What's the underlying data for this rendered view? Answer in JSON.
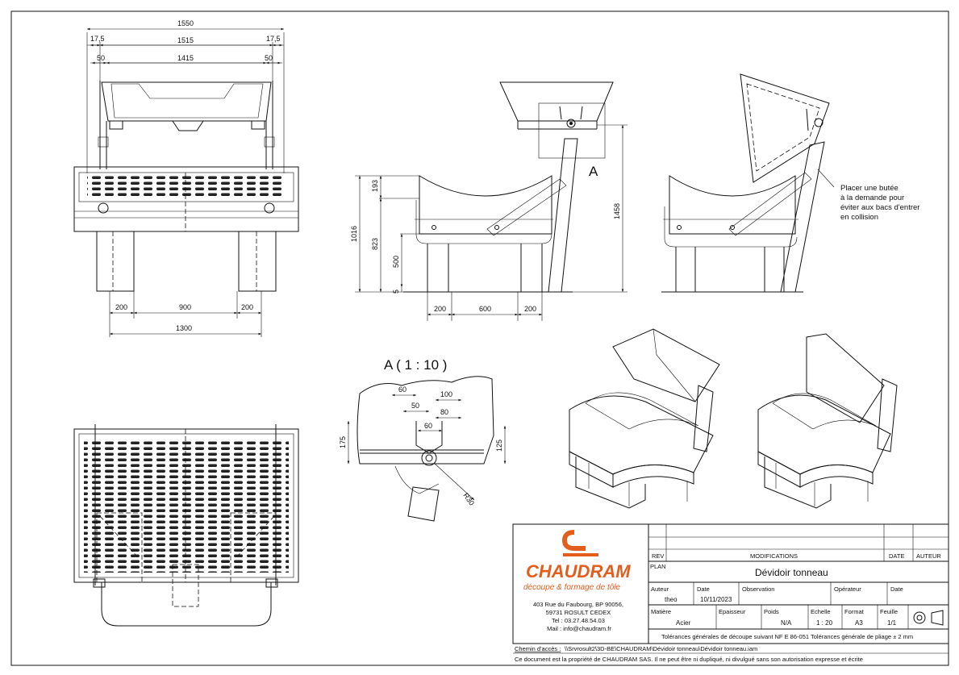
{
  "front_view": {
    "dims_top": [
      "1550",
      "17,5",
      "1515",
      "17,5",
      "50",
      "1415",
      "50"
    ],
    "dims_bottom": [
      "200",
      "900",
      "200",
      "1300"
    ]
  },
  "side_view": {
    "dims_vertical": [
      "193",
      "1016",
      "823",
      "500",
      "5",
      "1458"
    ],
    "dims_bottom": [
      "200",
      "600",
      "200"
    ],
    "detail_marker": "A"
  },
  "right_view": {
    "note_lines": [
      "Placer une butée",
      "à la demande pour",
      "éviter aux bacs d'entrer",
      "en collision"
    ]
  },
  "detail": {
    "title": "A ( 1 : 10 )",
    "dims": [
      "60",
      "100",
      "50",
      "80",
      "60",
      "175",
      "125",
      "R30"
    ]
  },
  "title_block": {
    "company": "CHAUDRAM",
    "tagline": "découpe & formage de tôle",
    "address_lines": [
      "403 Rue du Faubourg, BP 90056,",
      "59731 ROSULT CEDEX",
      "Tel : 03.27.48.54.03",
      "Mail : info@chaudram.fr"
    ],
    "rev_label": "REV",
    "modifications_label": "MODIFICATIONS",
    "date_label": "DATE",
    "auteur_label": "AUTEUR",
    "plan_label": "PLAN",
    "plan_title": "Dévidoir tonneau",
    "auteur_field": "Auteur",
    "auteur_value": "theo",
    "date_field": "Date",
    "date_value": "10/11/2023",
    "observation_label": "Observation",
    "operateur_label": "Opérateur",
    "date2_label": "Date",
    "matiere_label": "Matière",
    "matiere_value": "Acier",
    "epaisseur_label": "Epaisseur",
    "poids_label": "Poids",
    "poids_value": "N/A",
    "echelle_label": "Echelle",
    "echelle_value": "1 : 20",
    "format_label": "Format",
    "format_value": "A3",
    "feuille_label": "Feuille",
    "feuille_value": "1/1",
    "tolerance_line": "Tolérances générales de découpe suivant NF E 86-051   Tolérances générale de pliage ± 2 mm",
    "chemin_label": "Chemin d'accès :",
    "chemin_value": "\\\\Srvrosult2\\3D-BE\\CHAUDRAM\\Dévidoir tonneau\\Dévidoir tonneau.iam",
    "copyright": "Ce document est la propriété de CHAUDRAM SAS. Il ne peut être ni dupliqué, ni divulgué sans son autorisation expresse et écrite"
  },
  "colors": {
    "brand": "#e35d1c",
    "line": "#111111"
  },
  "icons": [
    "projection-symbol-icon"
  ]
}
